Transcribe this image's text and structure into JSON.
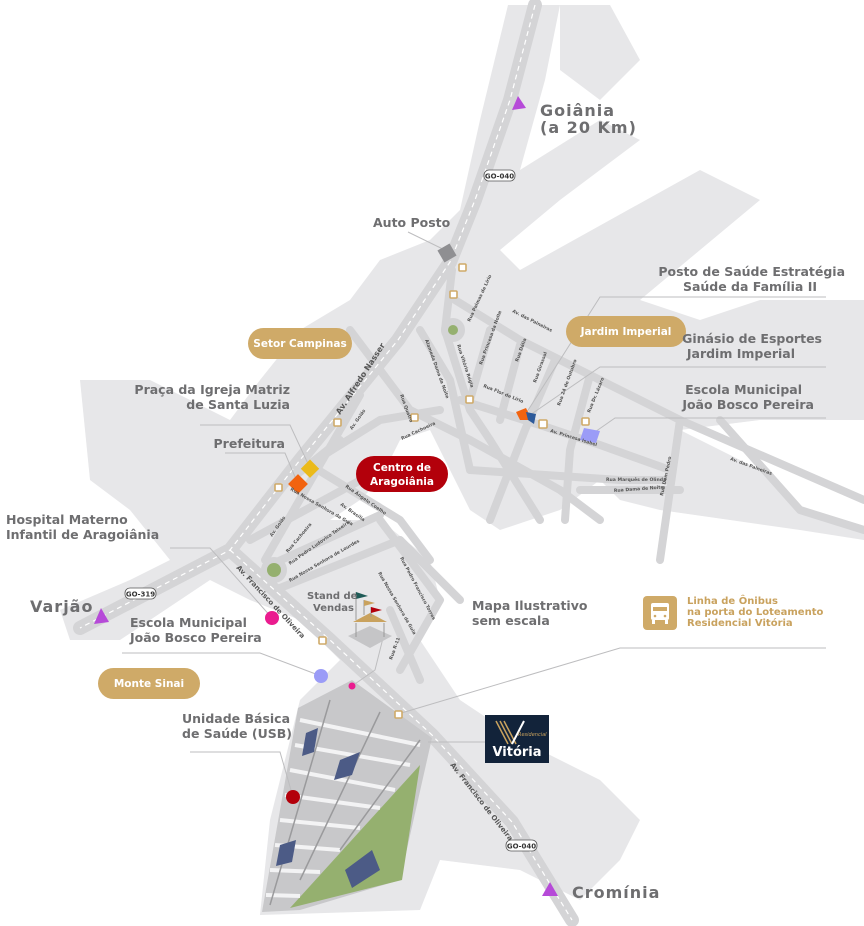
{
  "title": "Mapa de localização - Residencial Vitória",
  "cities": {
    "goiania_line1": "Goiânia",
    "goiania_line2": "(a 20 Km)",
    "varjao": "Varjão",
    "cromina": "Cromínia"
  },
  "highways": {
    "go040_top": "GO-040",
    "go040_bottom": "GO-040",
    "go319": "GO-319"
  },
  "neighborhoods": {
    "setor_campinas": "Setor Campinas",
    "jardim_imperial": "Jardim Imperial",
    "monte_sinai": "Monte Sinai",
    "centro_line1": "Centro de",
    "centro_line2": "Aragoiânia"
  },
  "poi": {
    "auto_posto": "Auto Posto",
    "posto_saude_1": "Posto de Saúde Estratégia",
    "posto_saude_2": "Saúde da Família II",
    "ginasio_1": "Ginásio de Esportes",
    "ginasio_2": "Jardim Imperial",
    "escola_jbp_1": "Escola Municipal",
    "escola_jbp_2": "João Bosco Pereira",
    "praca_1": "Praça da Igreja Matriz",
    "praca_2": "de Santa Luzia",
    "prefeitura": "Prefeitura",
    "hospital_1": "Hospital Materno",
    "hospital_2": "Infantil de Aragoiânia",
    "escola2_1": "Escola Municipal",
    "escola2_2": "João Bosco Pereira",
    "stand_1": "Stand de",
    "stand_2": "Vendas",
    "ubs_1": "Unidade Básica",
    "ubs_2": "de Saúde (USB)"
  },
  "note": {
    "line1": "Mapa Ilustrativo",
    "line2": "sem escala"
  },
  "bus_info": {
    "line1": "Linha de Ônibus",
    "line2": "na porta do Loteamento",
    "line3": "Residencial Vitória"
  },
  "logo": {
    "brand": "Vitória",
    "script": "Residencial"
  },
  "streets": {
    "alfredo_nasser": "Av. Alfredo Nasser",
    "francisco_oliveira_1": "Av. Francisco de Oliveira",
    "francisco_oliveira_2": "Av. Francisco de Oliveira",
    "goias_1": "Av. Goiás",
    "goias_2": "Av. Goiás",
    "quatro": "Rua Quatro",
    "cachoeira_1": "Rua Cachoeira",
    "cachoeira_2": "Rua Cachoeira",
    "ns_guia_1": "Rua Nossa Senhora da Guia",
    "ns_guia_2": "Rua Nossa Senhora da Guia",
    "angelo_coelho": "Rua Ângelo Coelho",
    "brasilia": "Av. Brasília",
    "pedro_ludovico": "Rua Pedro Ludovico Teixeira",
    "ns_lourdes": "Rua Nossa Senhora de Lourdes",
    "pedro_torres": "Rua Pedro Francisco Torres",
    "r11": "Rua R-11",
    "dama_noite_al": "Alameda Dama da Noite",
    "palmas": "Rua Palmas de Lírio",
    "vitoria_regia": "Rua Vitória Régia",
    "princesa_noite": "Rua Princesa da Noite",
    "dalia": "Rua Dália",
    "girassol": "Rua Girassol",
    "flor_lirio": "Rua Flor de Lírio",
    "outubro": "Rua 24 de Outubro",
    "dr_lazaro": "Rua Dr. Lázaro",
    "princesa_isabel": "Av. Princesa Isabel",
    "paineiras_1": "Av. das Paineiras",
    "paineiras_2": "Av. das Paineiras",
    "marques_olinda": "Rua Marquês de Olinda",
    "dama_noite": "Rua Dama de Noite",
    "dom_pedro": "Rua Dom Pedro"
  },
  "colors": {
    "area": "#e7e7e9",
    "road": "#d4d4d6",
    "gold": "#cfaa68",
    "red": "#b3000b",
    "pin": "#b64ad8",
    "navy": "#12233a",
    "green": "#95b06f"
  }
}
